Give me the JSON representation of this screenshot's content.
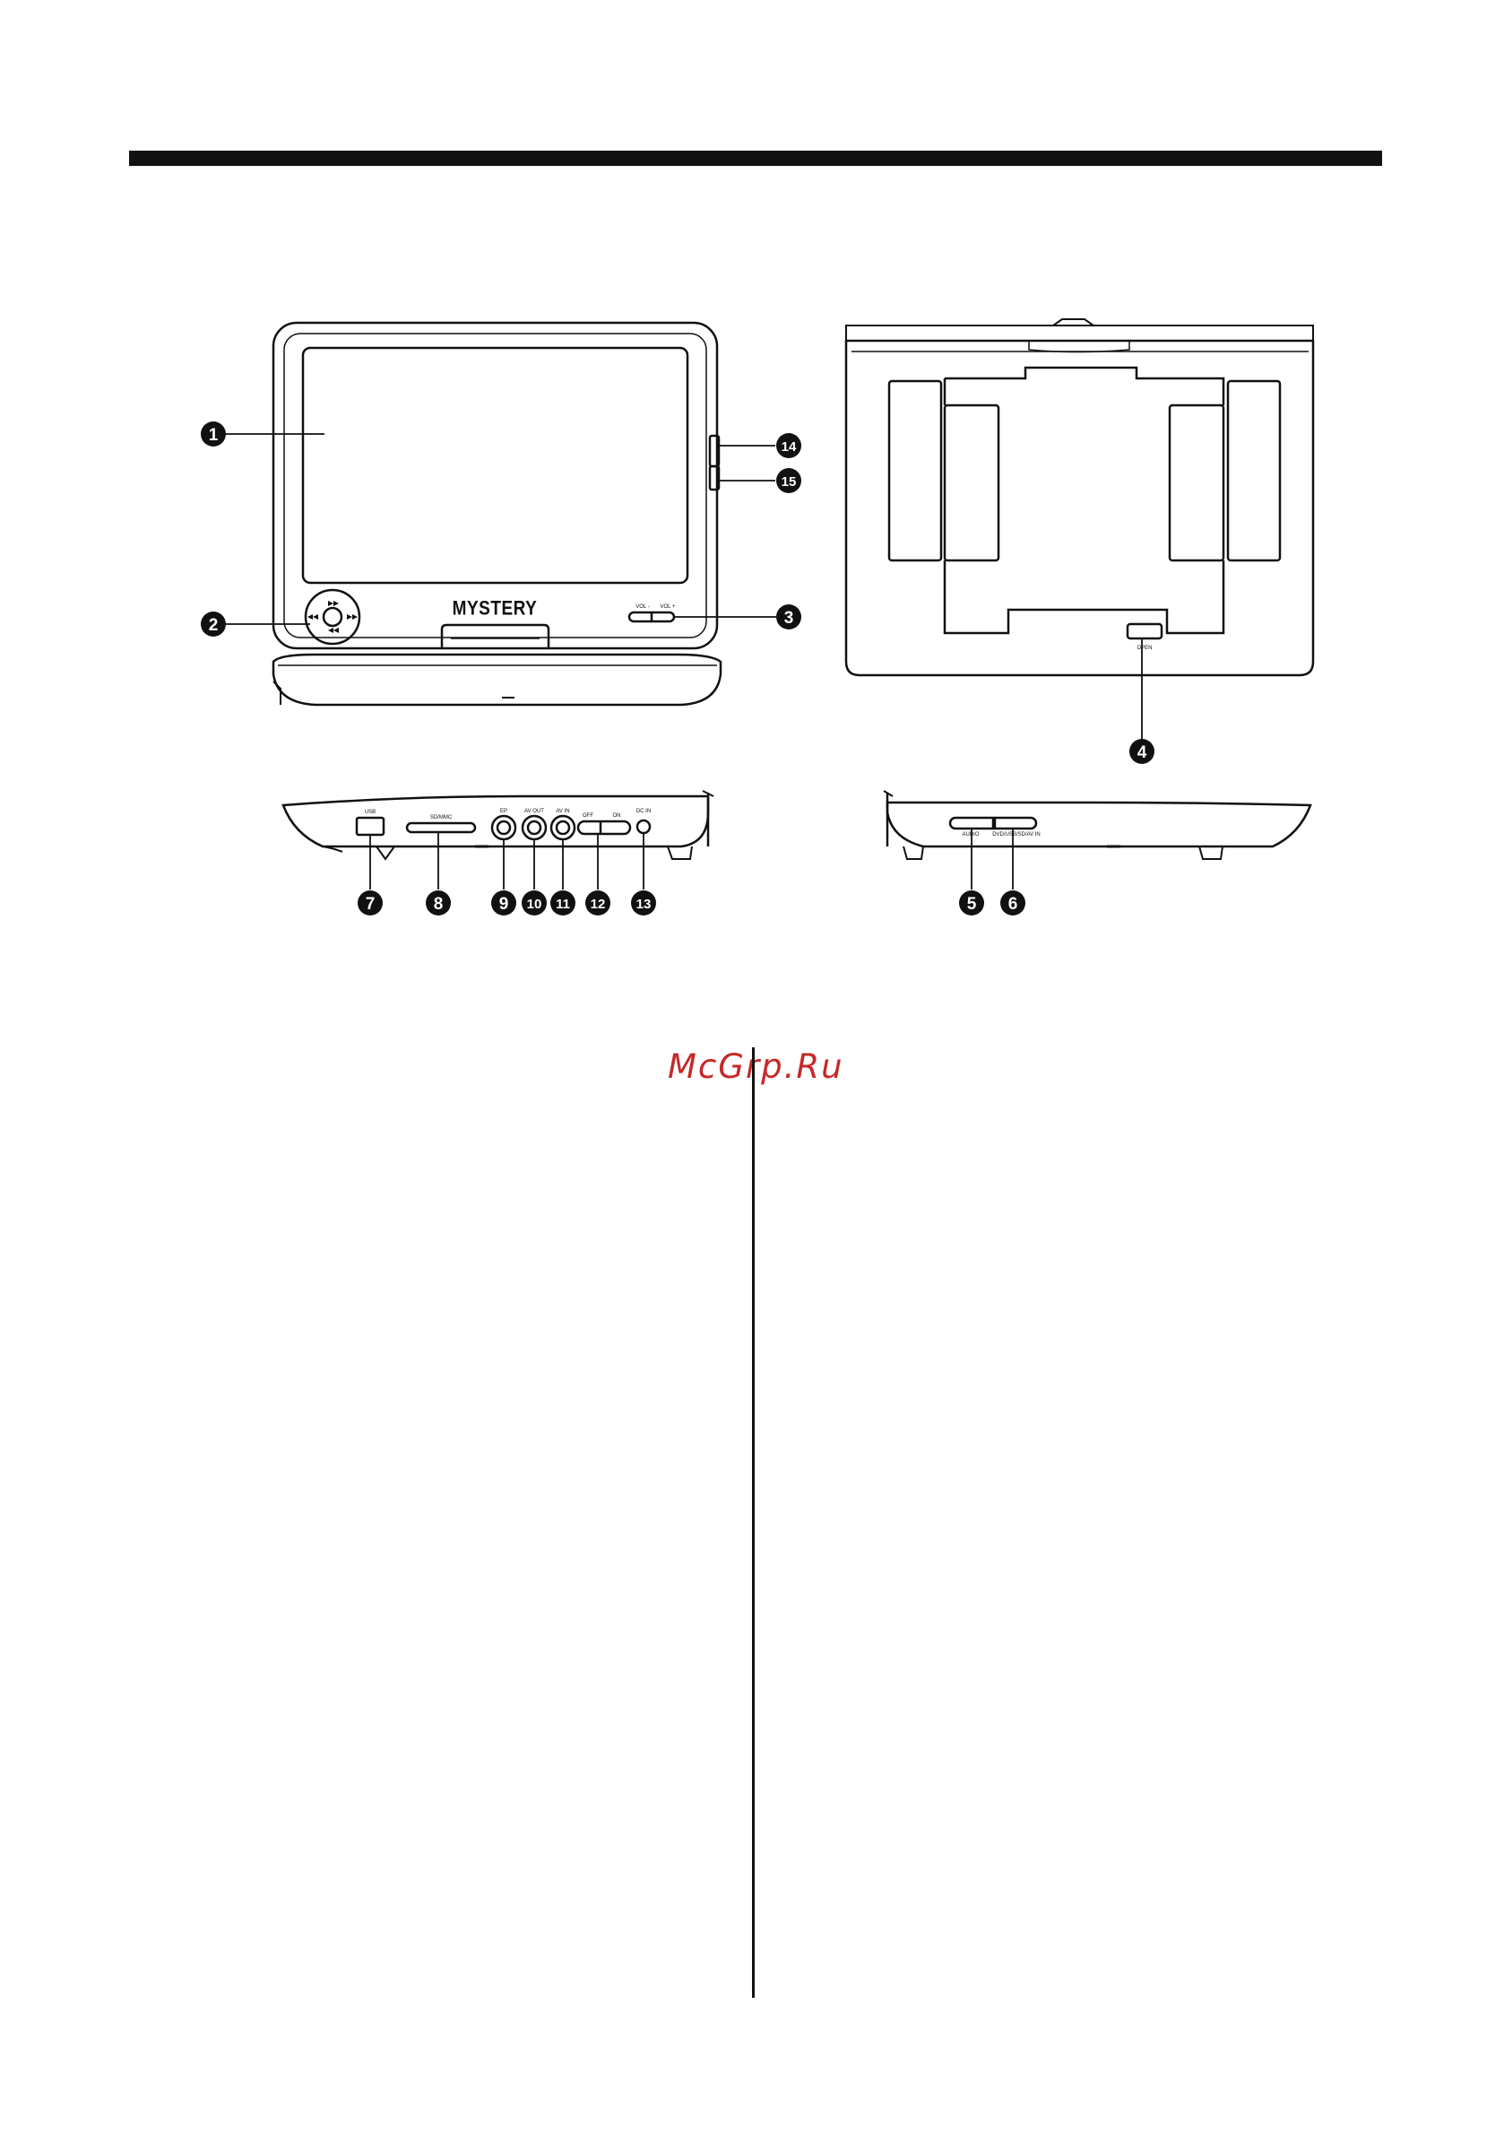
{
  "device": {
    "brand": "MYSTERY",
    "labels": {
      "vol_minus": "VOL -",
      "vol_plus": "VOL +",
      "open": "OPEN",
      "usb": "USB",
      "sd_mmc": "SD/MMC",
      "earphone": "EP",
      "av_out": "AV OUT",
      "av_in": "AV IN",
      "off": "OFF",
      "on": "ON",
      "dc_in": "DC IN",
      "audio": "AUDIO",
      "dvd_usb_sd_av_in": "DVD/USB/SD/AV IN"
    }
  },
  "callouts": [
    "1",
    "2",
    "3",
    "4",
    "5",
    "6",
    "7",
    "8",
    "9",
    "10",
    "11",
    "12",
    "13",
    "14",
    "15"
  ],
  "watermark": "McGrp.Ru"
}
